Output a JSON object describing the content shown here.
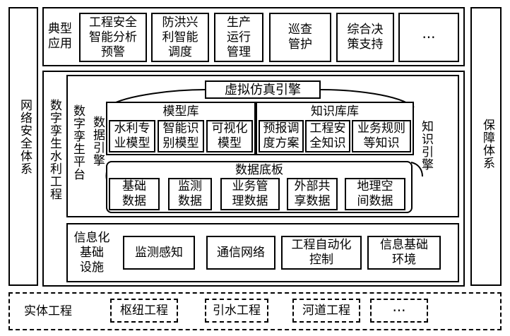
{
  "left_pillar": "网络安全体系",
  "right_pillar": "保障体系",
  "applications": {
    "label": "典型\n应用",
    "items": [
      "工程安全\n智能分析\n预警",
      "防洪兴\n利智能\n调度",
      "生产\n运行\n管理",
      "巡查\n管护",
      "综合决\n策支持",
      "···"
    ]
  },
  "twin_project": "数字孪生水利工程",
  "twin_platform": "数字孪生平台",
  "sim_engine": "虚拟仿真引擎",
  "data_engine": "数据引擎",
  "knowledge_engine": "知识引擎",
  "model_lib": {
    "title": "模型库",
    "items": [
      "水利专\n业模型",
      "智能识\n别模型",
      "可视化\n模型"
    ]
  },
  "knowledge_lib": {
    "title": "知识库库",
    "items": [
      "预报调\n度方案",
      "工程安\n全知识",
      "业务规则\n等知识"
    ]
  },
  "data_base": {
    "title": "数据底板",
    "items": [
      "基础\n数据",
      "监测\n数据",
      "业务管\n理数据",
      "外部共\n享数据",
      "地理空\n间数据"
    ]
  },
  "infra": {
    "label": "信息化\n基础\n设施",
    "items": [
      "监测感知",
      "通信网络",
      "工程自动化\n控制",
      "信息基础\n环境"
    ]
  },
  "physical": {
    "label": "实体工程",
    "items": [
      "枢纽工程",
      "引水工程",
      "河道工程",
      "···"
    ]
  }
}
